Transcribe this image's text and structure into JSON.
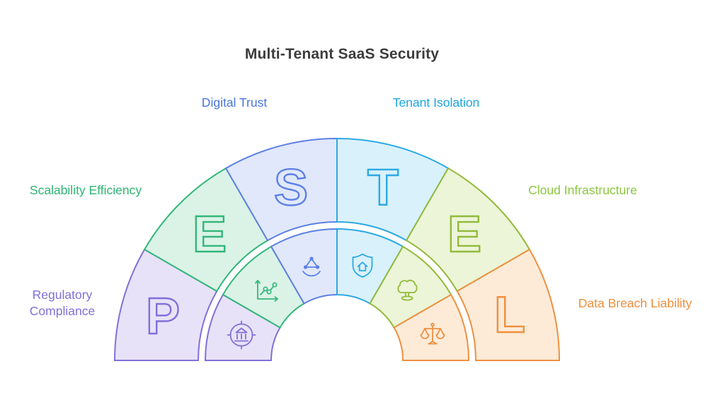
{
  "title": {
    "text": "Multi-Tenant SaaS Security",
    "color": "#3c3c3c"
  },
  "colors": {
    "background": "#ffffff"
  },
  "segments": [
    {
      "letter": "P",
      "label": "Regulatory Compliance",
      "icon": "bank-target-icon",
      "fill": "#e8e2f9",
      "stroke": "#8170d8",
      "label_color": "#8170d8"
    },
    {
      "letter": "E",
      "label": "Scalability Efficiency",
      "icon": "growth-chart-icon",
      "fill": "#dbf3e6",
      "stroke": "#33b77a",
      "label_color": "#2db673"
    },
    {
      "letter": "S",
      "label": "Digital Trust",
      "icon": "network-icon",
      "fill": "#e1e8fb",
      "stroke": "#5c80e6",
      "label_color": "#4a74dd"
    },
    {
      "letter": "T",
      "label": "Tenant Isolation",
      "icon": "shield-home-icon",
      "fill": "#d9f1fb",
      "stroke": "#2ba9e3",
      "label_color": "#1ba6e3"
    },
    {
      "letter": "E",
      "label": "Cloud Infrastructure",
      "icon": "tree-icon",
      "fill": "#ecf5d7",
      "stroke": "#92ba3c",
      "label_color": "#8cc63f"
    },
    {
      "letter": "L",
      "label": "Data Breach Liability",
      "icon": "scales-icon",
      "fill": "#fdebd8",
      "stroke": "#ee9040",
      "label_color": "#ee8f3e"
    }
  ]
}
